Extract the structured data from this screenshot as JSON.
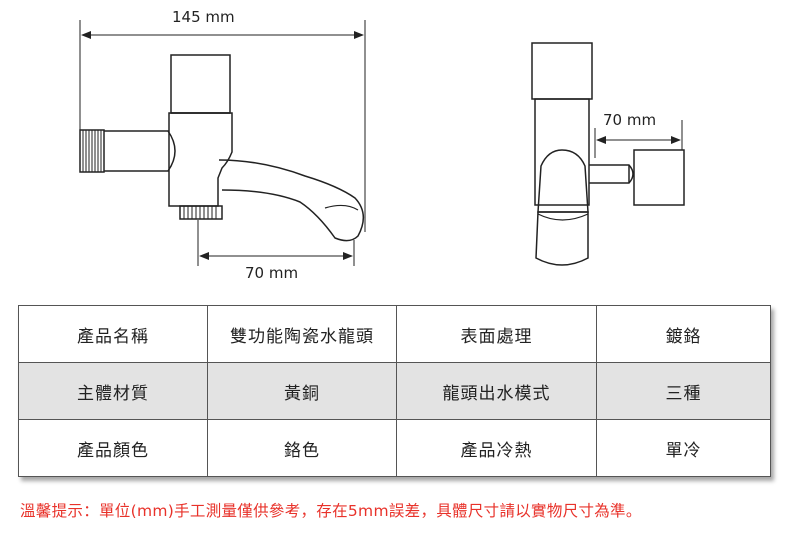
{
  "dimensions": {
    "overall_length": "145 mm",
    "spout_reach": "70 mm",
    "side_depth": "70 mm"
  },
  "spec_table": {
    "rows": [
      [
        "產品名稱",
        "雙功能陶瓷水龍頭",
        "表面處理",
        "鍍鉻"
      ],
      [
        "主體材質",
        "黃銅",
        "龍頭出水模式",
        "三種"
      ],
      [
        "產品顏色",
        "鉻色",
        "產品冷熱",
        "單冷"
      ]
    ]
  },
  "note": "溫馨提示：單位(mm)手工測量僅供參考，存在5mm誤差，具體尺寸請以實物尺寸為準。",
  "colors": {
    "note_text": "#e8322a",
    "shaded_row": "#e3e3e3"
  }
}
